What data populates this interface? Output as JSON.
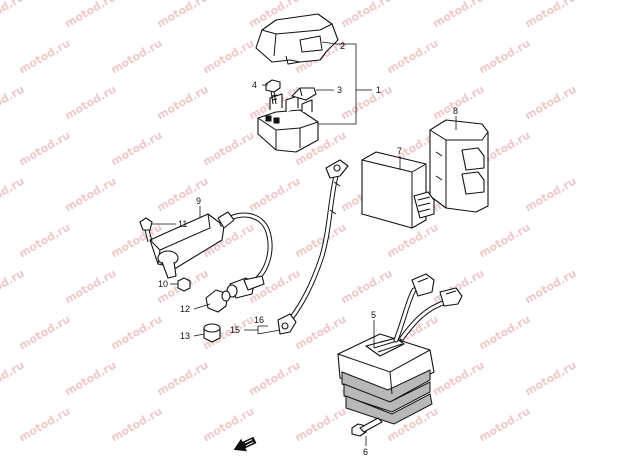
{
  "watermark_text": "motod.ru",
  "colors": {
    "line": "#111111",
    "watermark": "#f0c9c9",
    "shade": "#b8b8b8"
  },
  "callouts": {
    "c1": "1",
    "c2": "2",
    "c3": "3",
    "c4": "4",
    "c5": "5",
    "c6": "6",
    "c7": "7",
    "c8": "8",
    "c9": "9",
    "c10": "10",
    "c11": "11",
    "c12": "12",
    "c13": "13",
    "c15": "15",
    "c16": "16"
  },
  "icons": [
    "front-direction-arrow-icon"
  ]
}
